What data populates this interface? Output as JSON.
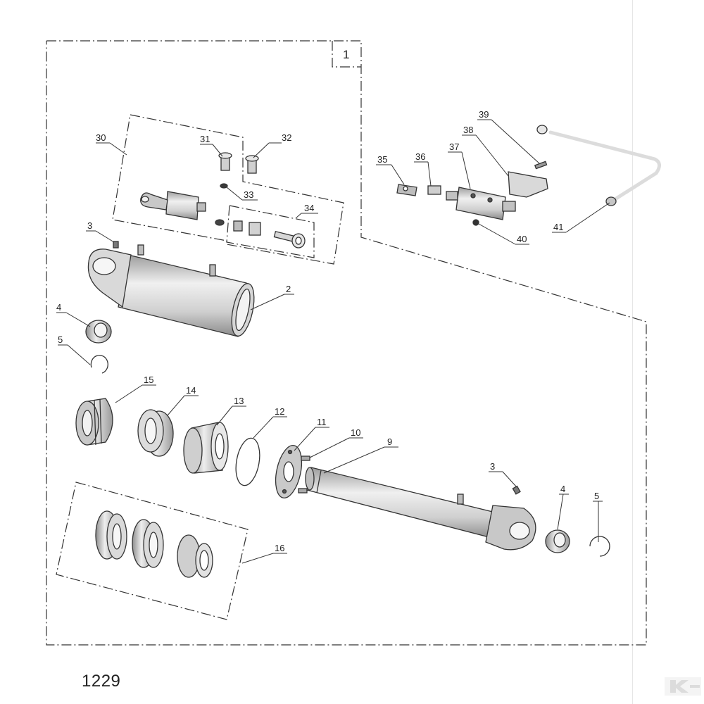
{
  "drawing": {
    "number": "1229"
  },
  "frame_label": "1",
  "callouts": {
    "c1": "30",
    "c2": "31",
    "c3": "32",
    "c4": "33",
    "c5": "34",
    "c6": "3",
    "c7": "2",
    "c8": "4",
    "c9": "5",
    "c10": "15",
    "c11": "14",
    "c12": "13",
    "c13": "12",
    "c14": "11",
    "c15": "10",
    "c16": "9",
    "c17": "3",
    "c18": "4",
    "c19": "5",
    "c20": "16",
    "c21": "35",
    "c22": "36",
    "c23": "37",
    "c24": "38",
    "c25": "39",
    "c26": "40",
    "c27": "41"
  },
  "colors": {
    "line": "#333333",
    "metal_light": "#e4e4e4",
    "metal_mid": "#bdbdbd",
    "metal_dark": "#7a7a7a"
  },
  "icons": {
    "brand_mark": "kramp-k-logo-icon"
  }
}
